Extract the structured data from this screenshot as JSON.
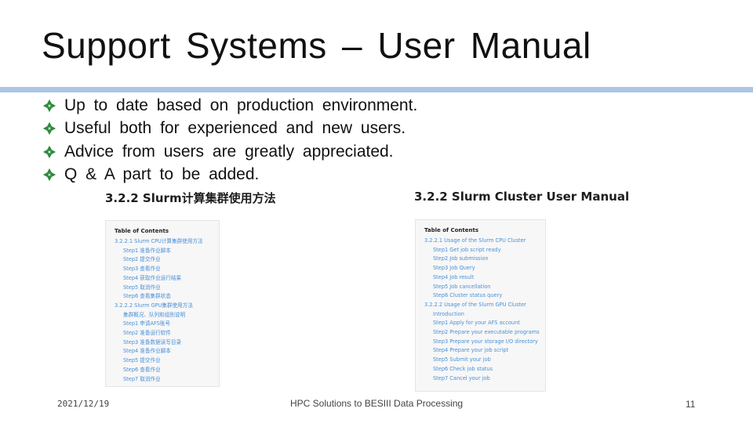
{
  "slide": {
    "title": "Support Systems – User Manual",
    "accent_color": "#a9c6e3",
    "bullet_color": "#2e8b3d",
    "bullet_icon": "diamond-flower-icon",
    "bullets": [
      {
        "text": "Up to date based on production environment."
      },
      {
        "text": "Useful both for experienced and new users."
      },
      {
        "text": "Advice from users are greatly appreciated."
      },
      {
        "text": "Q & A part to be added."
      }
    ]
  },
  "left_shot": {
    "heading": "3.2.2 Slurm计算集群使用方法",
    "toc_title": "Table of Contents",
    "items": [
      {
        "text": "3.2.2.1 Slurm CPU计算集群使用方法",
        "level": 1
      },
      {
        "text": "Step1 准备作业脚本",
        "level": 2
      },
      {
        "text": "Step2 提交作业",
        "level": 2
      },
      {
        "text": "Step3 查看作业",
        "level": 2
      },
      {
        "text": "Step4 获取作业运行结果",
        "level": 2
      },
      {
        "text": "Step5 取消作业",
        "level": 2
      },
      {
        "text": "Step6 查看集群状态",
        "level": 2
      },
      {
        "text": "3.2.2.2 Slurm GPU集群使用方法",
        "level": 1
      },
      {
        "text": "集群概况、队列和组别说明",
        "level": 2
      },
      {
        "text": "Step1 申请AFS账号",
        "level": 2
      },
      {
        "text": "Step2 准备运行软件",
        "level": 2
      },
      {
        "text": "Step3 准备数据读写目录",
        "level": 2
      },
      {
        "text": "Step4 准备作业脚本",
        "level": 2
      },
      {
        "text": "Step5 提交作业",
        "level": 2
      },
      {
        "text": "Step6 查看作业",
        "level": 2
      },
      {
        "text": "Step7 取消作业",
        "level": 2
      }
    ]
  },
  "right_shot": {
    "heading": "3.2.2 Slurm Cluster User Manual",
    "toc_title": "Table of Contents",
    "items": [
      {
        "text": "3.2.2.1 Usage of the Slurm CPU Cluster",
        "level": 1
      },
      {
        "text": "Step1 Get job script ready",
        "level": 2
      },
      {
        "text": "Step2 Job submission",
        "level": 2
      },
      {
        "text": "Step3 Job Query",
        "level": 2
      },
      {
        "text": "Step4 Job result",
        "level": 2
      },
      {
        "text": "Step5 Job cancellation",
        "level": 2
      },
      {
        "text": "Step6 Cluster status query",
        "level": 2
      },
      {
        "text": "3.2.2.2 Usage of the Slurm GPU Cluster",
        "level": 1
      },
      {
        "text": "Introduction",
        "level": 2
      },
      {
        "text": "Step1 Apply for your AFS account",
        "level": 2
      },
      {
        "text": "Step2 Prepare your executable programs",
        "level": 2
      },
      {
        "text": "Step3 Prepare your storage I/O directory",
        "level": 2
      },
      {
        "text": "Step4 Prepare your job script",
        "level": 2
      },
      {
        "text": "Step5 Submit your job",
        "level": 2
      },
      {
        "text": "Step6 Check job status",
        "level": 2
      },
      {
        "text": "Step7 Cancel your job",
        "level": 2
      }
    ]
  },
  "footer": {
    "date": "2021/12/19",
    "center": "HPC Solutions to BESIII Data Processing",
    "page": "11"
  }
}
